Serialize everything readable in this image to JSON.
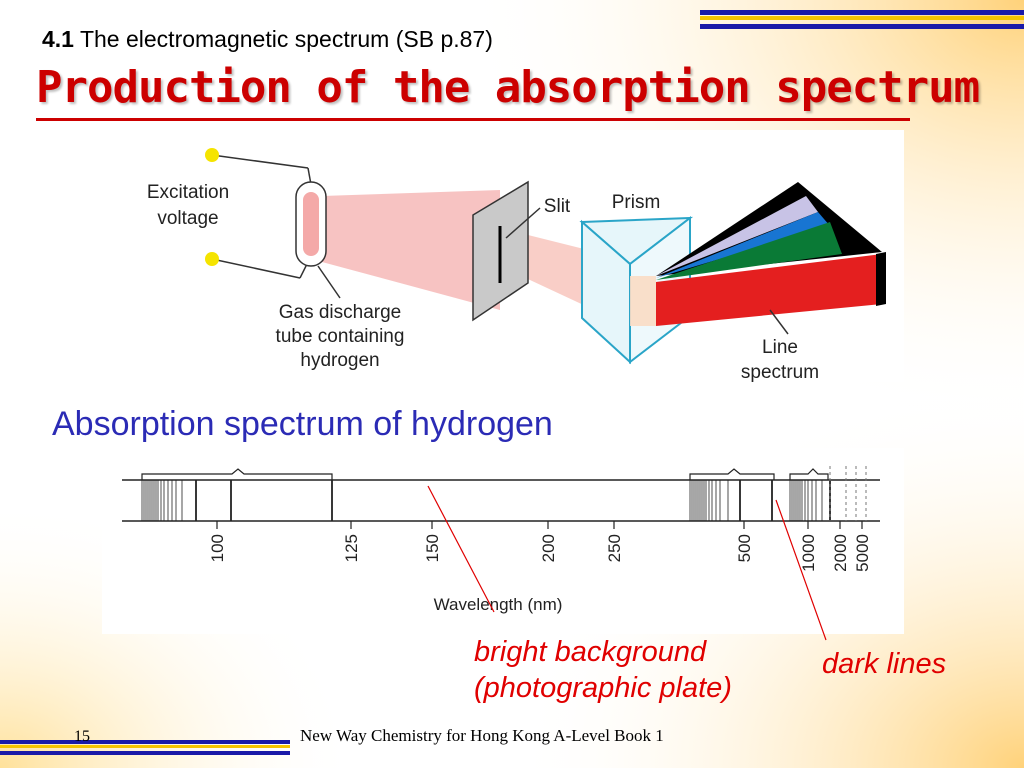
{
  "header": {
    "section_number": "4.1",
    "section_title": "The electromagnetic spectrum (SB p.87)",
    "slide_title": "Production of the absorption spectrum"
  },
  "apparatus": {
    "excitation_voltage": [
      "Excitation",
      "voltage"
    ],
    "discharge_tube": [
      "Gas discharge",
      "tube containing",
      "hydrogen"
    ],
    "slit": "Slit",
    "prism": "Prism",
    "line_spectrum": [
      "Line",
      "spectrum"
    ]
  },
  "absorption": {
    "heading": "Absorption spectrum of hydrogen",
    "ticks": [
      "100",
      "125",
      "150",
      "200",
      "250",
      "500",
      "1000",
      "2000",
      "5000"
    ],
    "axis_label": "Wavelength (nm)",
    "bright_label": [
      "bright background",
      "(photographic plate)"
    ],
    "dark_label": "dark lines"
  },
  "footer": {
    "slide_number": "15",
    "book": "New Way Chemistry for Hong Kong A-Level Book 1"
  },
  "colors": {
    "title_red": "#cc0000",
    "heading_blue": "#2b2bb5",
    "annotation_red": "#e00000",
    "stripe_blue": "#1a1aa8",
    "stripe_gold": "#f5c400"
  }
}
